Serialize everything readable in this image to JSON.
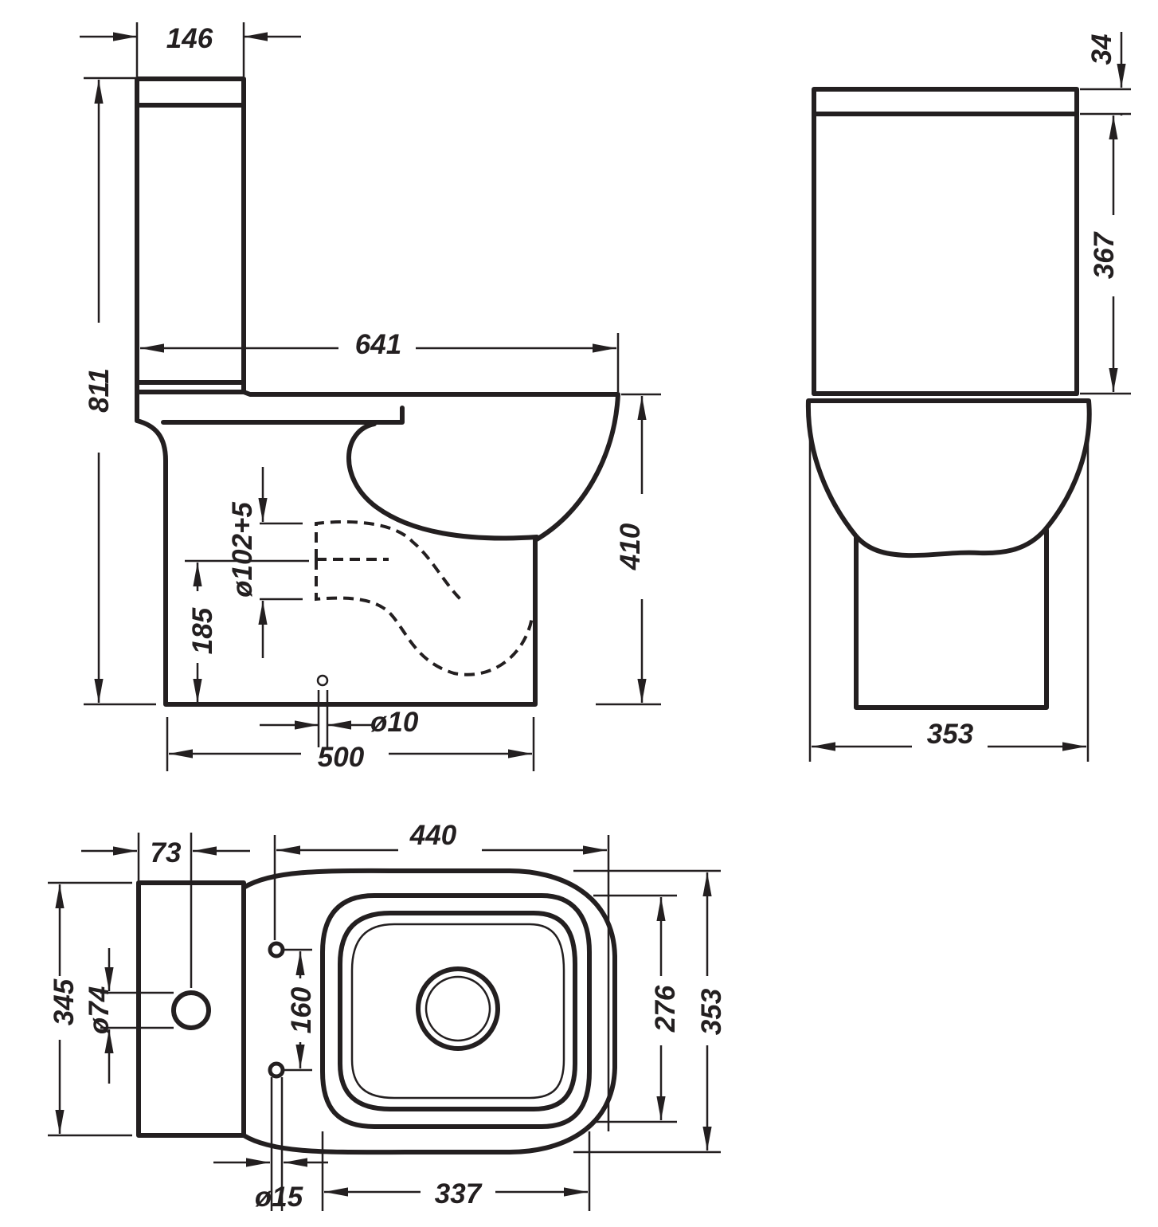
{
  "colors": {
    "line": "#231f20",
    "background": "#ffffff"
  },
  "side_view": {
    "cistern_depth": "146",
    "overall_length": "641",
    "overall_height": "811",
    "bowl_height": "410",
    "outlet_diameter": "ø102+5",
    "outlet_height": "185",
    "fixing_hole": "ø10",
    "base_length": "500"
  },
  "front_view": {
    "lid_height": "34",
    "cistern_height": "367",
    "width": "353"
  },
  "top_view": {
    "cistern_depth": "73",
    "bowl_length": "440",
    "cistern_width": "345",
    "inlet_diameter": "ø74",
    "hinge_spacing": "160",
    "seat_width": "276",
    "overall_width": "353",
    "hinge_hole": "ø15",
    "seat_length": "337"
  }
}
